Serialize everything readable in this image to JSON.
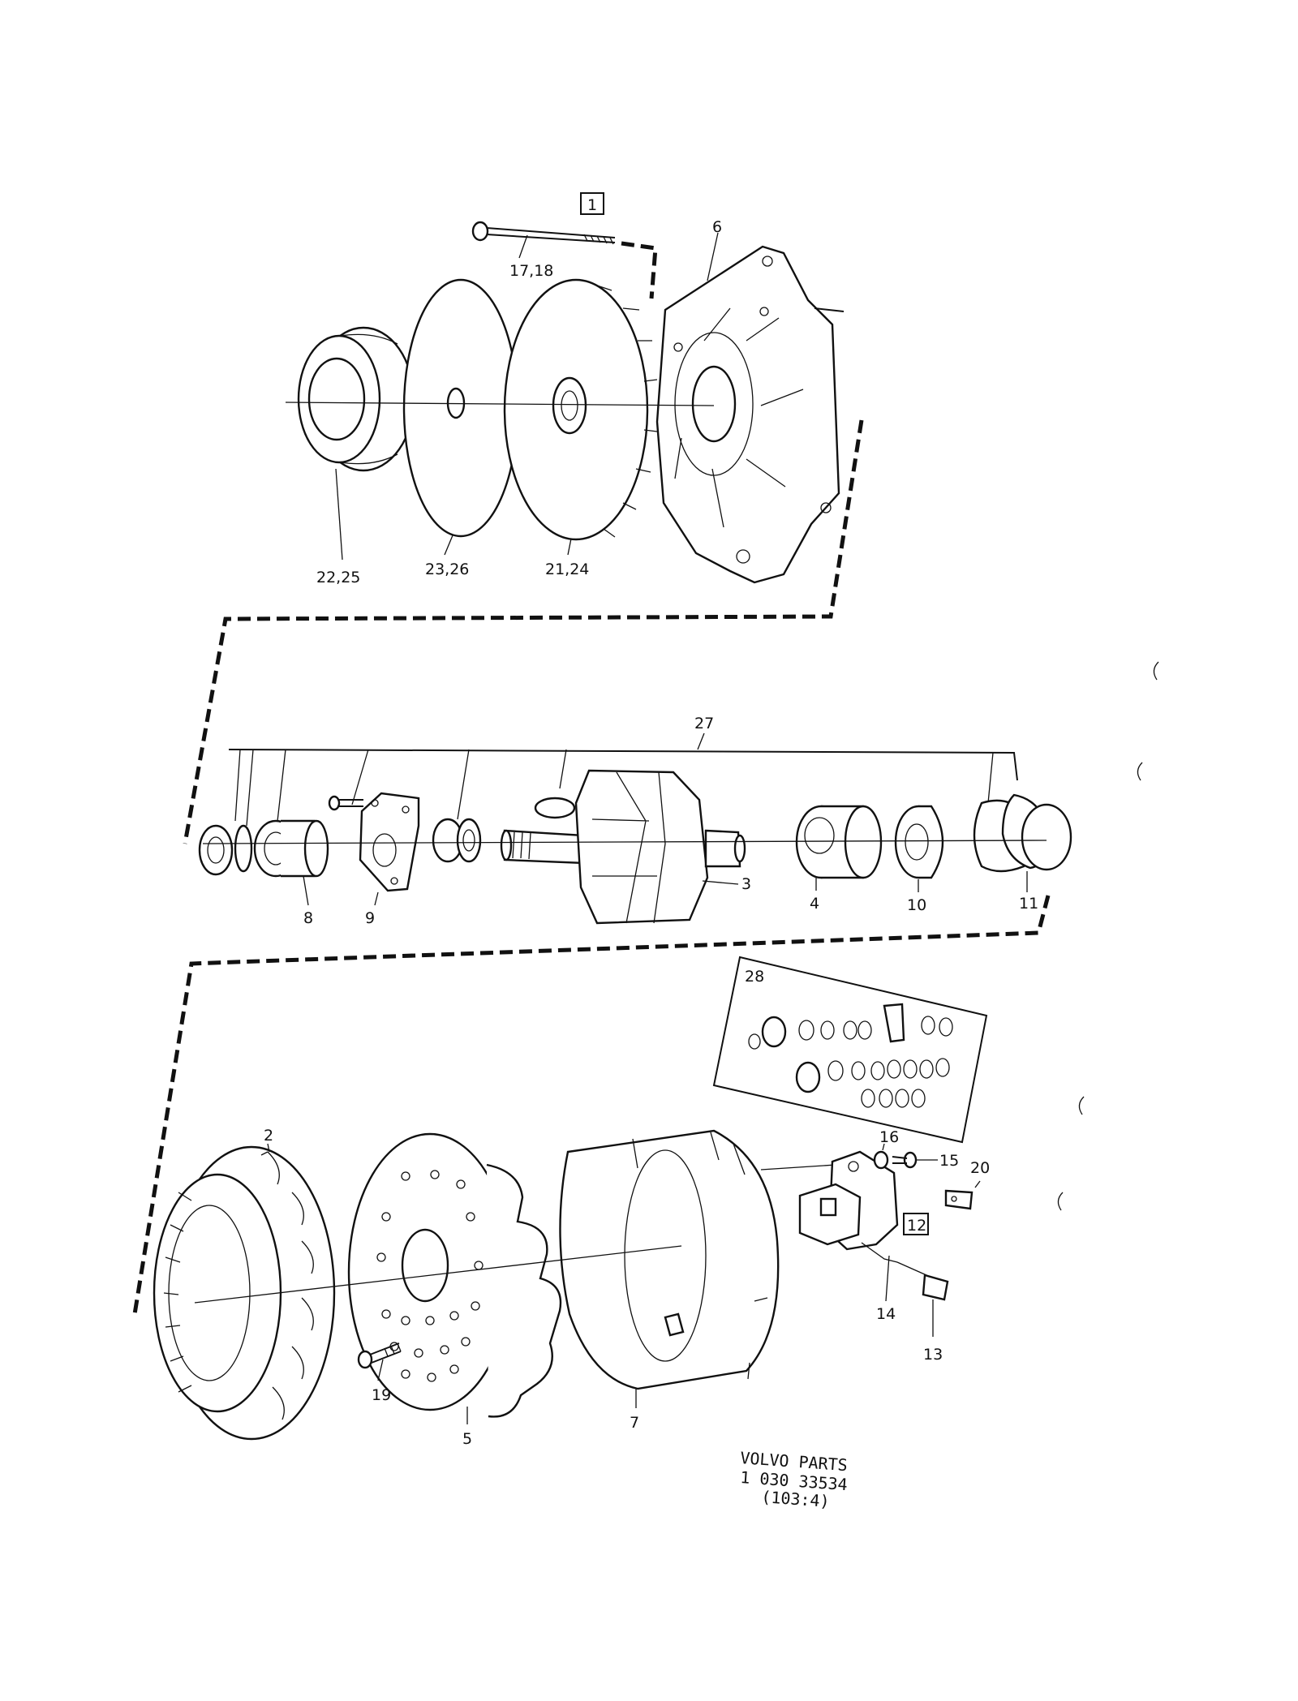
{
  "diagram": {
    "callouts": {
      "kit_1": "1",
      "bolt": "17,18",
      "end_shield_front": "6",
      "pulley": "22,25",
      "washer": "23,26",
      "fan": "21,24",
      "kit_27": "27",
      "rotor": "3",
      "sleeve": "4",
      "bearing_front": "10",
      "ring": "11",
      "bearing_rear": "8",
      "plate": "9",
      "kit_28": "28",
      "stator": "2",
      "rectifier": "5",
      "housing": "7",
      "screw_rectifier": "19",
      "washer_16": "16",
      "screw_15": "15",
      "brush_20": "20",
      "regulator_12": "12",
      "lead_14": "14",
      "lead_13": "13"
    },
    "reference": {
      "line1": "VOLVO  PARTS",
      "line2": "1 030  33534",
      "line3": "(103:4)"
    }
  }
}
